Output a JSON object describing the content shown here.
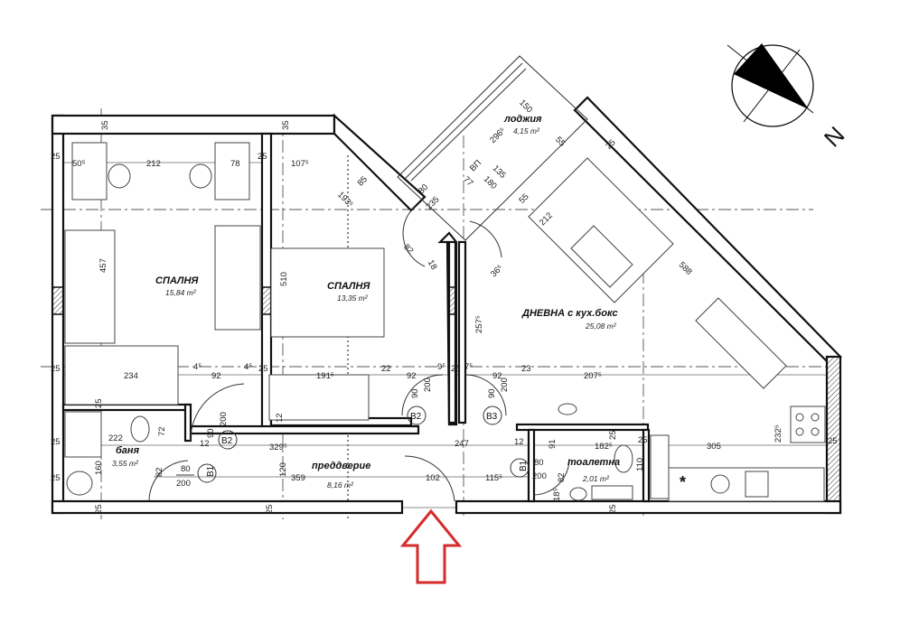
{
  "plan": {
    "rooms": [
      {
        "name": "СПАЛНЯ",
        "area": "15,84 m²"
      },
      {
        "name": "СПАЛНЯ",
        "area": "13,35 m²"
      },
      {
        "name": "лоджия",
        "area": "4,15 m²"
      },
      {
        "name": "ДНЕВНА с кух.бокс",
        "area": "25,08 m²"
      },
      {
        "name": "баня",
        "area": "3,55 m²"
      },
      {
        "name": "преддверие",
        "area": "8,16 m²"
      },
      {
        "name": "тоалетна",
        "area": "2,01 m²"
      }
    ],
    "door_tags": [
      "B2",
      "B2",
      "B3",
      "B1",
      "B1"
    ],
    "door_sizes": [
      {
        "w": "90",
        "h": "200"
      },
      {
        "w": "90",
        "h": "200"
      },
      {
        "w": "90",
        "h": "200"
      },
      {
        "w": "80",
        "h": "200"
      },
      {
        "w": "80",
        "h": "200"
      }
    ],
    "dims": [
      "25",
      "50⁵",
      "212",
      "78",
      "25",
      "107⁵",
      "35",
      "35",
      "85",
      "193⁵",
      "80",
      "235",
      "82",
      "18",
      "457",
      "510",
      "150",
      "296⁵",
      "ВП",
      "135",
      "180",
      "77",
      "55",
      "55",
      "25",
      "212",
      "588",
      "36⁵",
      "257⁵",
      "25",
      "234",
      "4⁵",
      "92",
      "4⁵",
      "25",
      "191⁵",
      "22",
      "92",
      "9⁵",
      "25",
      "7⁵",
      "92",
      "23",
      "207⁵",
      "25",
      "72",
      "222",
      "160",
      "82",
      "12",
      "329⁵",
      "247",
      "12",
      "182⁵",
      "25",
      "305",
      "232⁵",
      "25",
      "25",
      "120",
      "359",
      "102",
      "115⁵",
      "91",
      "110",
      "82",
      "18⁵",
      "25",
      "25",
      "25",
      "25",
      "12",
      "25"
    ],
    "compass_label": "N",
    "kitchen_mark": "*",
    "colors": {
      "entrance_arrow": "#d62b2b",
      "wall": "#111111"
    }
  }
}
